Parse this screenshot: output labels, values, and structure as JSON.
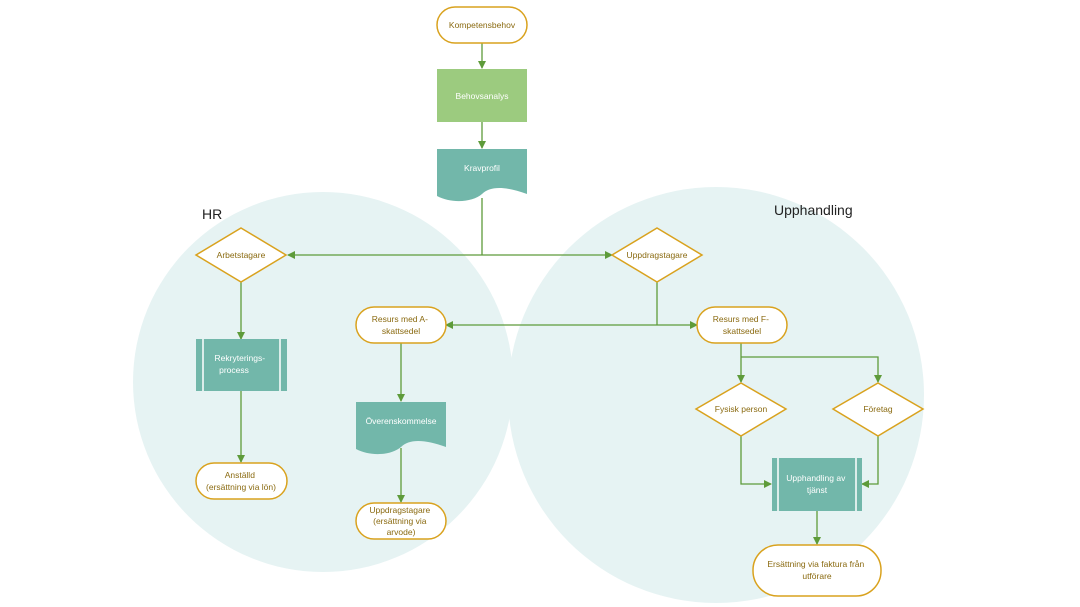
{
  "diagram": {
    "regions": {
      "hr": "HR",
      "upphandling": "Upphandling"
    },
    "nodes": {
      "kompetensbehov": "Kompetensbehov",
      "behovsanalys": "Behovsanalys",
      "kravprofil": "Kravprofil",
      "arbetstagare": "Arbetstagare",
      "uppdragstagare_decision": "Uppdragstagare",
      "rekryteringsprocess": [
        "Rekryterings-",
        "process"
      ],
      "resurs_a": [
        "Resurs med A-",
        "skattsedel"
      ],
      "resurs_f": [
        "Resurs med F-",
        "skattsedel"
      ],
      "anstalld": [
        "Anställd",
        "(ersättning via lön)"
      ],
      "overenskommelse": "Överenskommelse",
      "uppdragstagare_result": [
        "Uppdragstagare",
        "(ersättning via",
        "arvode)"
      ],
      "fysisk_person": "Fysisk person",
      "foretag": "Företag",
      "upphandling_tjanst": [
        "Upphandling av",
        "tjänst"
      ],
      "ersattning_faktura": [
        "Ersättning via faktura från",
        "utförare"
      ]
    }
  },
  "colors": {
    "circle_fill": "#e6f3f3",
    "terminal_stroke": "#d9a21e",
    "process_fill": "#9ccb7f",
    "document_fill": "#72b7aa",
    "predefined_fill": "#72b7aa",
    "connector": "#5e9b3a",
    "text": "#8a6a10"
  }
}
